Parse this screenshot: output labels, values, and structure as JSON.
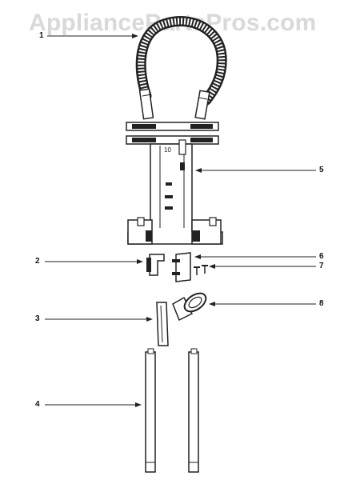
{
  "watermark": "AppliancePartsPros.com",
  "callouts": [
    {
      "id": "1",
      "label": "1"
    },
    {
      "id": "2",
      "label": "2"
    },
    {
      "id": "3",
      "label": "3"
    },
    {
      "id": "4",
      "label": "4"
    },
    {
      "id": "5",
      "label": "5"
    },
    {
      "id": "6",
      "label": "6"
    },
    {
      "id": "7",
      "label": "7"
    },
    {
      "id": "8",
      "label": "8"
    }
  ],
  "part_label_10": "10",
  "colors": {
    "ink": "#222222",
    "watermark": "#d9d9d9",
    "background": "#ffffff"
  }
}
